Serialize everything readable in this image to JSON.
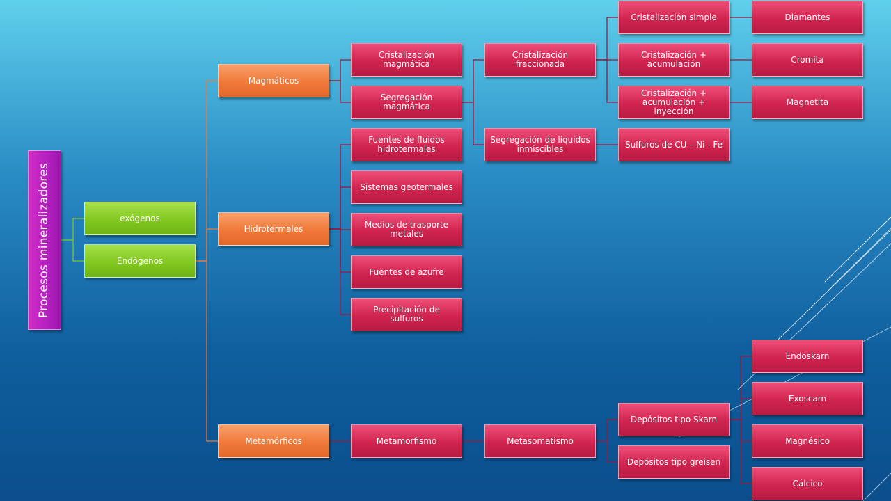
{
  "root": {
    "label": "Procesos mineralizadores"
  },
  "level1": {
    "exogenos": "exógenos",
    "endogenos": "Endógenos"
  },
  "level2": {
    "magmaticos": "Magmáticos",
    "hidrotermales": "Hidrotermales",
    "metamorficos": "Metamórficos"
  },
  "magmatic": {
    "cristalizacion_magmatica": "Cristalización magmática",
    "segregacion_magmatica": "Segregación magmática",
    "cristalizacion_fraccionada": "Cristalización fraccionada",
    "segregacion_liquidos": "Segregación de líquidos inmiscibles",
    "cristalizacion_simple": "Cristalización simple",
    "cristalizacion_acumulacion": "Cristalización + acumulación",
    "cristalizacion_acumulacion_inyeccion": "Cristalización + acumulación + inyección",
    "sulfuros": "Sulfuros de CU – Ni - Fe",
    "diamantes": "Diamantes",
    "cromita": "Cromita",
    "magnetita": "Magnetita"
  },
  "hydrothermal": {
    "fuentes_fluidos": "Fuentes de fluidos hidrotermales",
    "sistemas_geotermales": "Sistemas geotermales",
    "medios_transporte": "Medios de trasporte metales",
    "fuentes_azufre": "Fuentes de azufre",
    "precipitacion_sulfuros": "Precipitación de sulfuros"
  },
  "metamorphic": {
    "metamorfismo": "Metamorfismo",
    "metasomatismo": "Metasomatismo",
    "depositos_skarn": "Depósitos tipo Skarn",
    "depositos_greisen": "Depósitos tipo greisen",
    "endoskarn": "Endoskarn",
    "exoscarn": "Exoscarn",
    "magnesico": "Magnésico",
    "calcico": "Cálcico"
  },
  "colors": {
    "pink": "#d0244f",
    "orange": "#f0793a",
    "green": "#82c820",
    "magenta": "#b41fbf",
    "connector_green": "#7fc32a",
    "connector_orange": "#e87a3a",
    "connector_pink": "#a0163a"
  }
}
